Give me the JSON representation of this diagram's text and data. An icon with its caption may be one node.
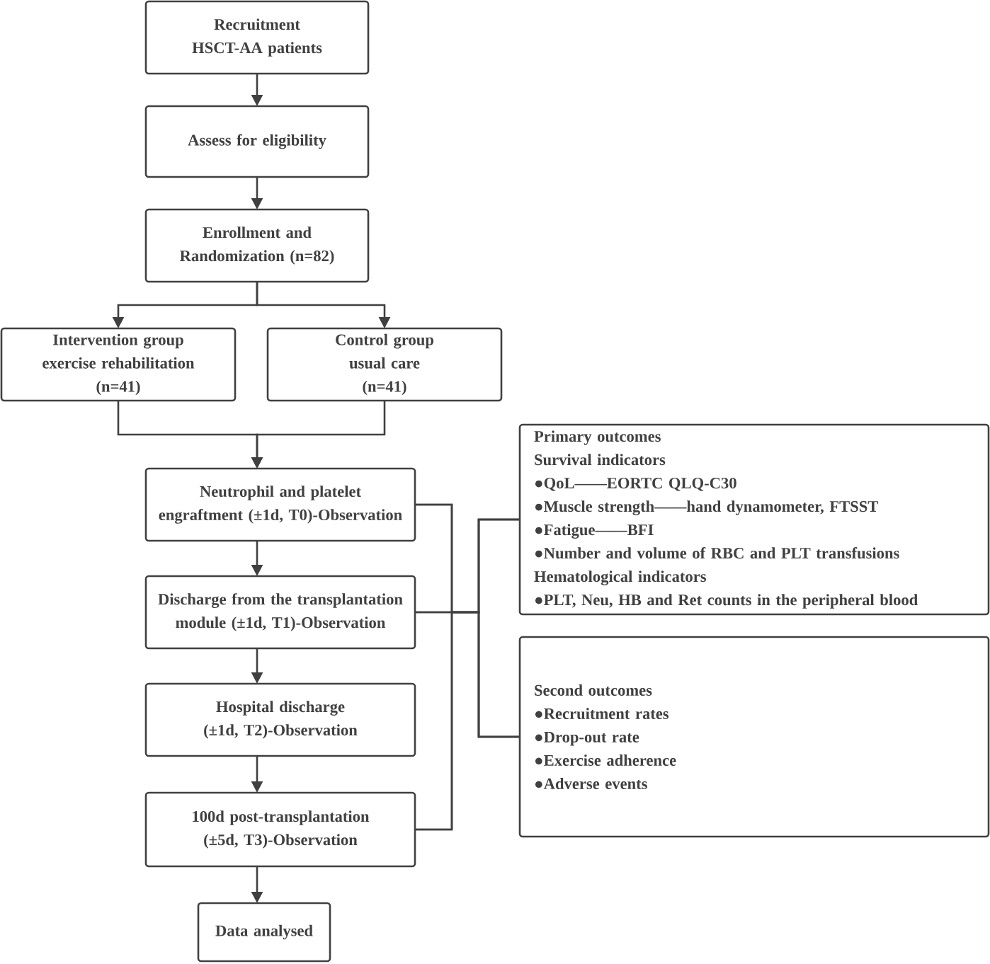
{
  "diagram": {
    "nodes": [
      {
        "text": [
          "Recruitment HSCT-AA patients"
        ]
      },
      {
        "text": [
          "Assess for eligibility"
        ]
      },
      {
        "text": [
          "Enrollment and Randomization (n=82)"
        ]
      },
      {
        "text": [
          "Intervention group",
          "exercise rehabilitation",
          "(n=41)"
        ]
      },
      {
        "text": [
          "Control group",
          "usual care",
          "(n=41)"
        ]
      },
      {
        "text": [
          "Neutrophil and platelet engraftment (±1d, T0)-Observation"
        ]
      },
      {
        "text": [
          "Discharge from the transplantation module (±1d, T1)-Observation"
        ]
      },
      {
        "text": [
          "Hospital discharge (±1d, T2)-Observation"
        ]
      },
      {
        "text": [
          "100d post-transplantation (±5d, T3)-Observation"
        ]
      },
      {
        "text": [
          "Data analysed"
        ]
      },
      {
        "text": [
          "Primary outcomes",
          "Survival indicators",
          "●QoL——EORTC  QLQ-C30",
          "●Muscle strength——hand dynamometer, FTSST",
          "●Fatigue——BFI",
          "●Number and volume of RBC and PLT transfusions",
          "Hematological indicators",
          "●PLT, Neu, HB and Ret counts in the peripheral blood"
        ]
      },
      {
        "text": [
          "Second outcomes",
          "●Recruitment rates",
          "●Drop-out rate",
          "●Exercise adherence",
          "●Adverse events"
        ]
      }
    ],
    "edges": [
      {
        "from": 0,
        "to": 1,
        "arrow": "to"
      },
      {
        "from": 1,
        "to": 2,
        "arrow": "to"
      },
      {
        "from": 2,
        "to": 3,
        "arrow": "to"
      },
      {
        "from": 2,
        "to": 4,
        "arrow": "to"
      },
      {
        "from": 3,
        "to": 5,
        "arrow": "to"
      },
      {
        "from": 4,
        "to": 5,
        "arrow": "to"
      },
      {
        "from": 5,
        "to": 6,
        "arrow": "to"
      },
      {
        "from": 6,
        "to": 7,
        "arrow": "to"
      },
      {
        "from": 7,
        "to": 8,
        "arrow": "to"
      },
      {
        "from": 8,
        "to": 9,
        "arrow": "to"
      },
      {
        "from": 5,
        "to": 10,
        "arrow": "none"
      },
      {
        "from": 5,
        "to": 11,
        "arrow": "none"
      },
      {
        "from": 6,
        "to": 10,
        "arrow": "none"
      },
      {
        "from": 6,
        "to": 11,
        "arrow": "none"
      },
      {
        "from": 8,
        "to": 10,
        "arrow": "none"
      },
      {
        "from": 8,
        "to": 11,
        "arrow": "none"
      }
    ]
  }
}
